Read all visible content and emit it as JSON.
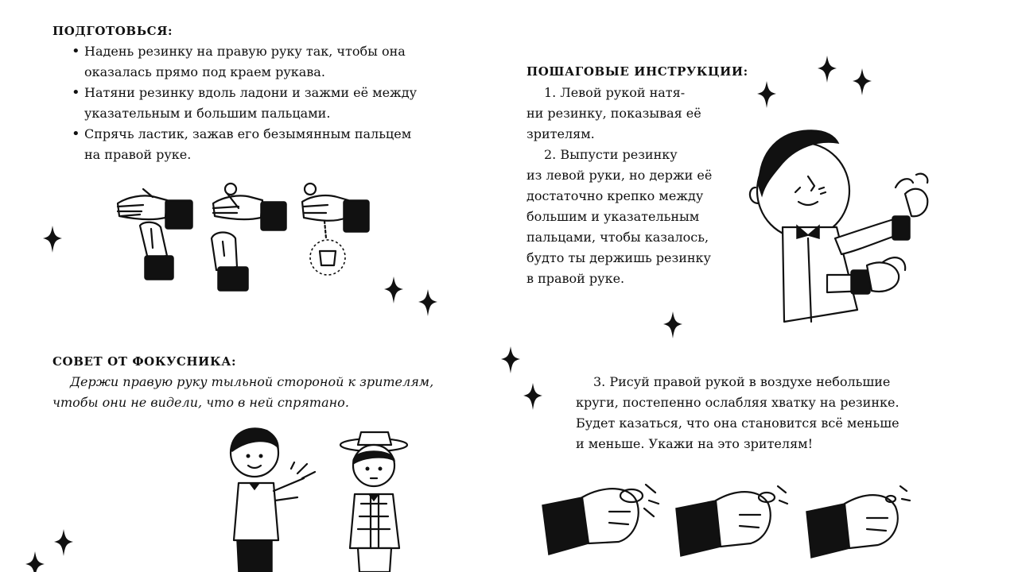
{
  "prepare": {
    "heading": "ПОДГОТОВЬСЯ:",
    "items": [
      {
        "l1": "Надень резинку на правую руку так, чтобы она",
        "l2": "оказалась прямо под краем рукава."
      },
      {
        "l1": "Натяни резинку вдоль ладони и зажми её между",
        "l2": "указательным и большим пальцами."
      },
      {
        "l1": "Спрячь ластик, зажав его безымянным пальцем",
        "l2": "на правой руке."
      }
    ]
  },
  "steps": {
    "heading": "ПОШАГОВЫЕ ИНСТРУКЦИИ:",
    "lines": [
      "1. Левой рукой натя-",
      "ни резинку, показывая её",
      "зрителям.",
      "2. Выпусти резинку",
      "из левой руки, но держи её",
      "достаточно крепко между",
      "большим и указательным",
      "пальцами, чтобы казалось,",
      "будто ты держишь резинку",
      "в правой руке."
    ],
    "step3": [
      "3. Рисуй правой рукой в воздухе небольшие",
      "круги, постепенно ослабляя хватку на резинке.",
      "Будет казаться, что она становится всё меньше",
      "и меньше. Укажи на это зрителям!"
    ]
  },
  "tip": {
    "heading": "СОВЕТ ОТ ФОКУСНИКА:",
    "l1": "Держи правую руку тыльной стороной к зрителям,",
    "l2": "чтобы они не видели, что в ней спрятано."
  },
  "colors": {
    "ink": "#111111",
    "paper": "#ffffff"
  }
}
